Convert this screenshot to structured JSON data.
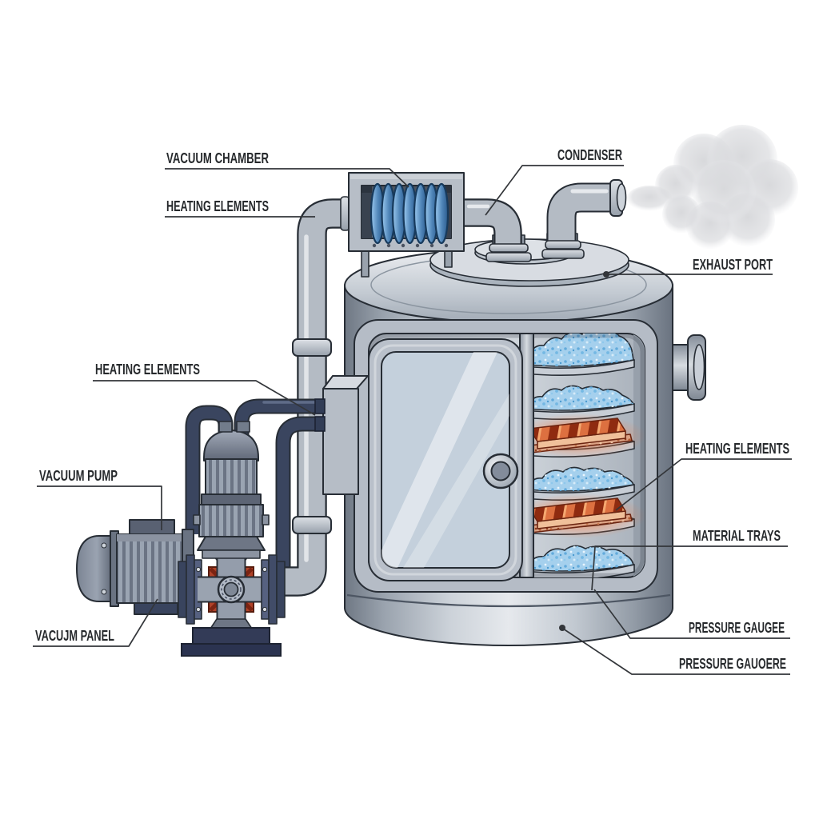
{
  "diagram": {
    "type": "technical-cutaway-illustration",
    "subject": "industrial vacuum drying system with condenser, vacuum pump and heated material trays",
    "background": "#ffffff",
    "labels": [
      {
        "id": "vacuum-chamber",
        "text": "VACUUM CHAMBER"
      },
      {
        "id": "heating-elements-top",
        "text": "HEATING ELEMENTS"
      },
      {
        "id": "condenser",
        "text": "CONDENSER"
      },
      {
        "id": "exhaust-port",
        "text": "EXHAUST PORT"
      },
      {
        "id": "heating-elements-mid",
        "text": "HEATING ELEMENTS"
      },
      {
        "id": "vacuum-pump",
        "text": "VACUUM PUMP"
      },
      {
        "id": "vacujm-panel",
        "text": "VACUJM PANEL"
      },
      {
        "id": "heating-elements-right",
        "text": "HEATING ELEMENTS"
      },
      {
        "id": "material-trays",
        "text": "MATERIAL TRAYS"
      },
      {
        "id": "pressure-gaugee",
        "text": "PRESSURE GAUGEE"
      },
      {
        "id": "pressure-gauoere",
        "text": "PRESSURE GAUOERE"
      }
    ],
    "colors": {
      "outline": "#272d35",
      "metal_light": "#e6e9ed",
      "metal_mid": "#b7bec7",
      "metal_dark": "#6f7884",
      "navy_pipe": "#3a455f",
      "base_navy": "#2e3650",
      "coil_blue": "#5e93c4",
      "granule_blue": "#a5d0ed",
      "heater_orange": "#dd7040",
      "heater_stripe": "#8f2b10",
      "heater_glow": "#ff7430",
      "glass_tint": "#d0dfec",
      "steam_gray": "#d9dadd",
      "label_text": "#26292c"
    }
  }
}
